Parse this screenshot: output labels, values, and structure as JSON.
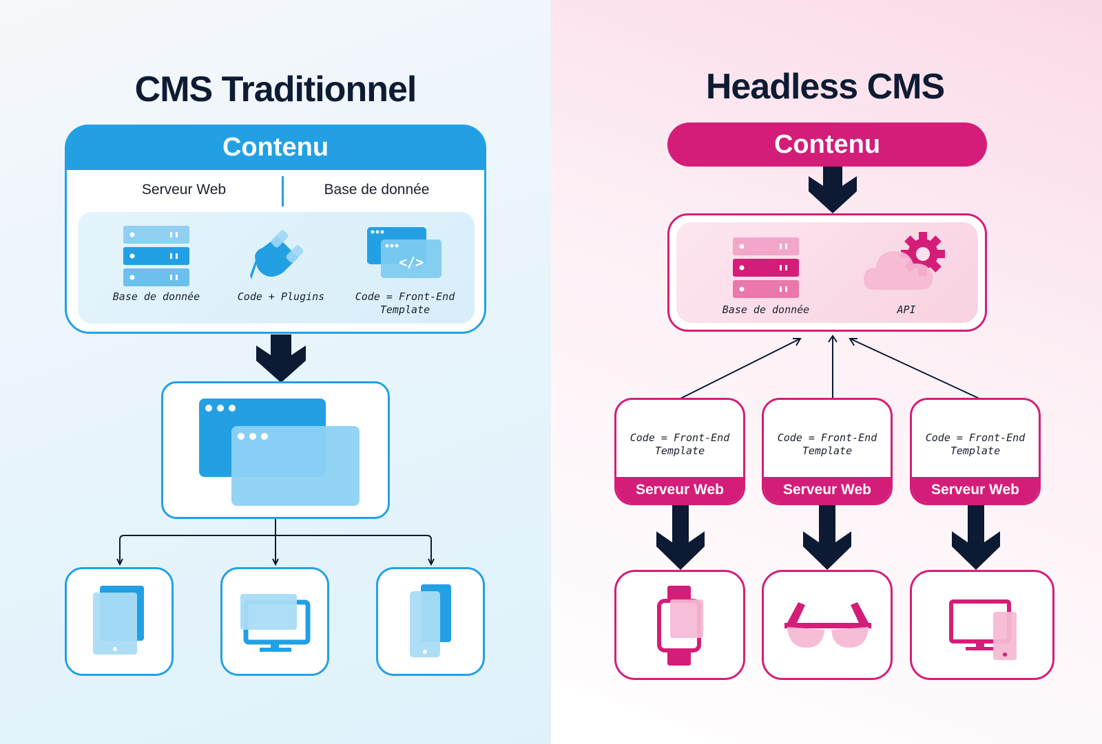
{
  "colors": {
    "blue": "#23a0e4",
    "pink": "#d41d78",
    "navy": "#0c1a33"
  },
  "traditional": {
    "title": "CMS Traditionnel",
    "content_header": "Contenu",
    "server_label": "Serveur Web",
    "database_label": "Base de donnée",
    "components": [
      {
        "icon": "server-icon",
        "label": "Base de donnée"
      },
      {
        "icon": "plug-icon",
        "label": "Code + Plugins"
      },
      {
        "icon": "code-window-icon",
        "label": "Code = Front-End Template"
      }
    ],
    "output_icon": "browser-windows-icon",
    "devices": [
      "tablet-icon",
      "desktop-monitor-icon",
      "smartphone-icon"
    ]
  },
  "headless": {
    "title": "Headless CMS",
    "content_header": "Contenu",
    "components": [
      {
        "icon": "server-icon",
        "label": "Base de donnée"
      },
      {
        "icon": "cloud-gear-icon",
        "label": "API"
      }
    ],
    "frontends": [
      {
        "code_label": "Code = Front-End Template",
        "server_label": "Serveur Web"
      },
      {
        "code_label": "Code = Front-End Template",
        "server_label": "Serveur Web"
      },
      {
        "code_label": "Code = Front-End Template",
        "server_label": "Serveur Web"
      }
    ],
    "devices": [
      "smartwatch-icon",
      "vr-glasses-icon",
      "desktop-phone-icon"
    ]
  }
}
